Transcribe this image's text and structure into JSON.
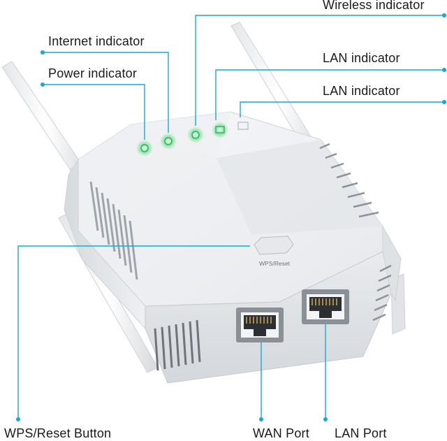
{
  "labels": {
    "wireless_indicator": "Wireless indicator",
    "internet_indicator": "Internet indicator",
    "lan_indicator_1": "LAN indicator",
    "power_indicator": "Power indicator",
    "lan_indicator_2": "LAN indicator",
    "wps_reset_button": "WPS/Reset Button",
    "wan_port": "WAN Port",
    "lan_port": "LAN Port"
  },
  "device": {
    "button_text": "WPS/Reset"
  },
  "colors": {
    "callout_line": "#1aa6d8",
    "indicator_glow": "#8fe3a8",
    "body_light": "#f2f3f5",
    "body_shadow": "#c9ccd1"
  }
}
